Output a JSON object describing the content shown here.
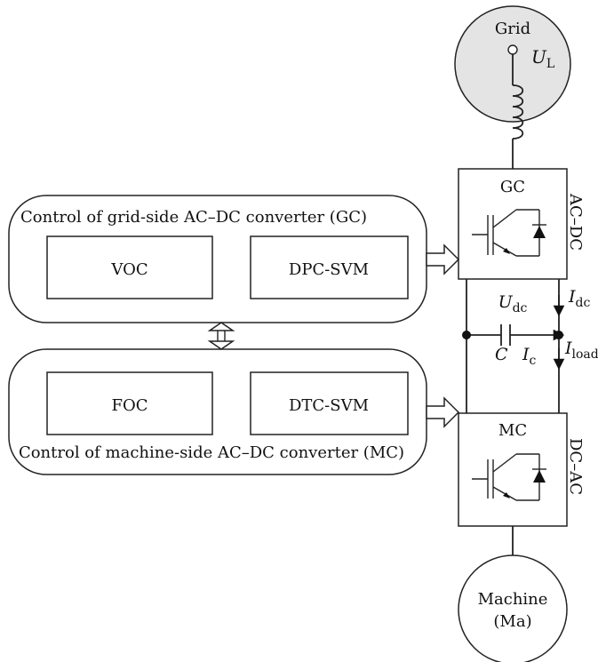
{
  "grid": {
    "label": "Grid",
    "voltage_symbol": "U",
    "voltage_sub": "L"
  },
  "gc_block": {
    "label": "GC",
    "side_label": "AC–DC"
  },
  "mc_block": {
    "label": "MC",
    "side_label": "DC–AC"
  },
  "grid_control": {
    "title": "Control of grid-side AC–DC converter (GC)",
    "method_1": "VOC",
    "method_2": "DPC-SVM"
  },
  "machine_control": {
    "title": "Control of machine-side AC–DC converter (MC)",
    "method_1": "FOC",
    "method_2": "DTC-SVM"
  },
  "dc_link": {
    "udc_symbol": "U",
    "udc_sub": "dc",
    "idc_symbol": "I",
    "idc_sub": "dc",
    "capacitor_label": "C",
    "ic_symbol": "I",
    "ic_sub": "c",
    "iload_symbol": "I",
    "iload_sub": "load"
  },
  "machine": {
    "line1": "Machine",
    "line2": "(Ma)"
  }
}
